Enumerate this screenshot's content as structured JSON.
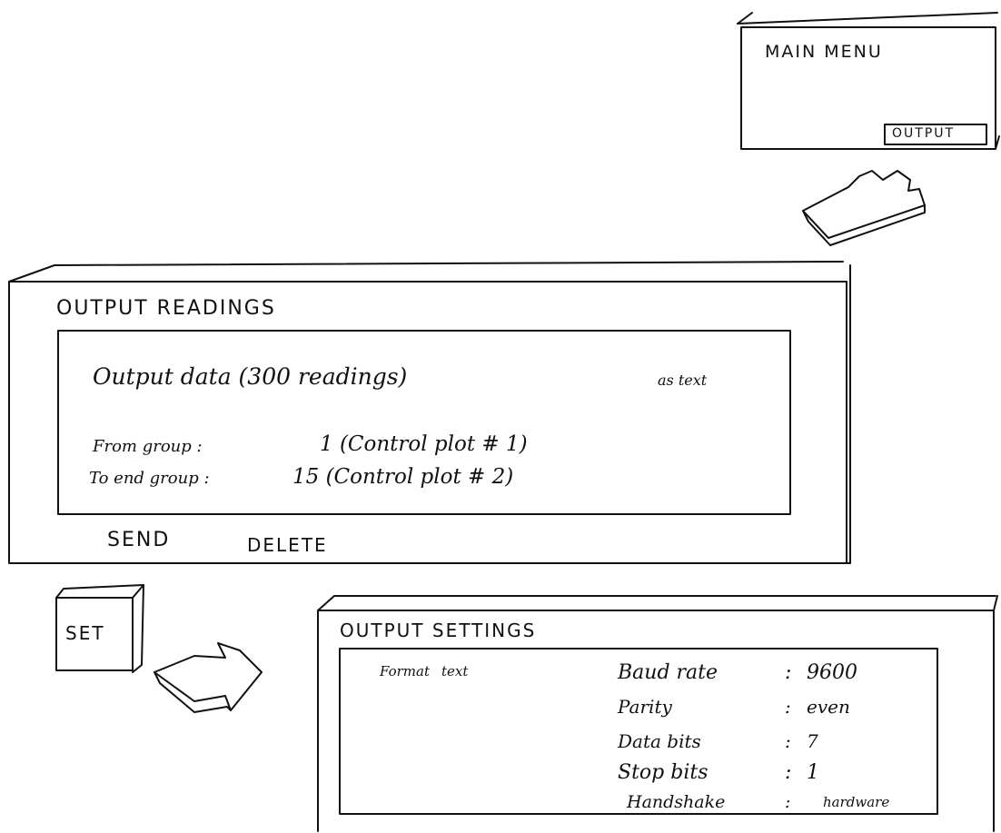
{
  "main_menu": {
    "title": "MAIN MENU",
    "output_button": "OUTPUT"
  },
  "output_readings": {
    "title": "OUTPUT READINGS",
    "data_line": "Output data (300 readings)",
    "format_value": "as text",
    "from_label": "From group :",
    "from_value": "1 (Control plot # 1)",
    "to_label": "To end group :",
    "to_value": "15 (Control plot # 2)",
    "send_button": "SEND",
    "delete_button": "DELETE"
  },
  "set_button": "SET",
  "output_settings": {
    "title": "OUTPUT SETTINGS",
    "format_label": "Format",
    "format_value": "text",
    "rows": [
      {
        "label": "Baud rate",
        "value": "9600"
      },
      {
        "label": "Parity",
        "value": "even"
      },
      {
        "label": "Data bits",
        "value": "7"
      },
      {
        "label": "Stop bits",
        "value": "1"
      },
      {
        "label": "Handshake",
        "value": "hardware"
      }
    ]
  },
  "colors": {
    "ink": "#111111",
    "paper": "#ffffff"
  },
  "icons": [
    "pointing-hand-icon",
    "arrow-right-icon"
  ]
}
